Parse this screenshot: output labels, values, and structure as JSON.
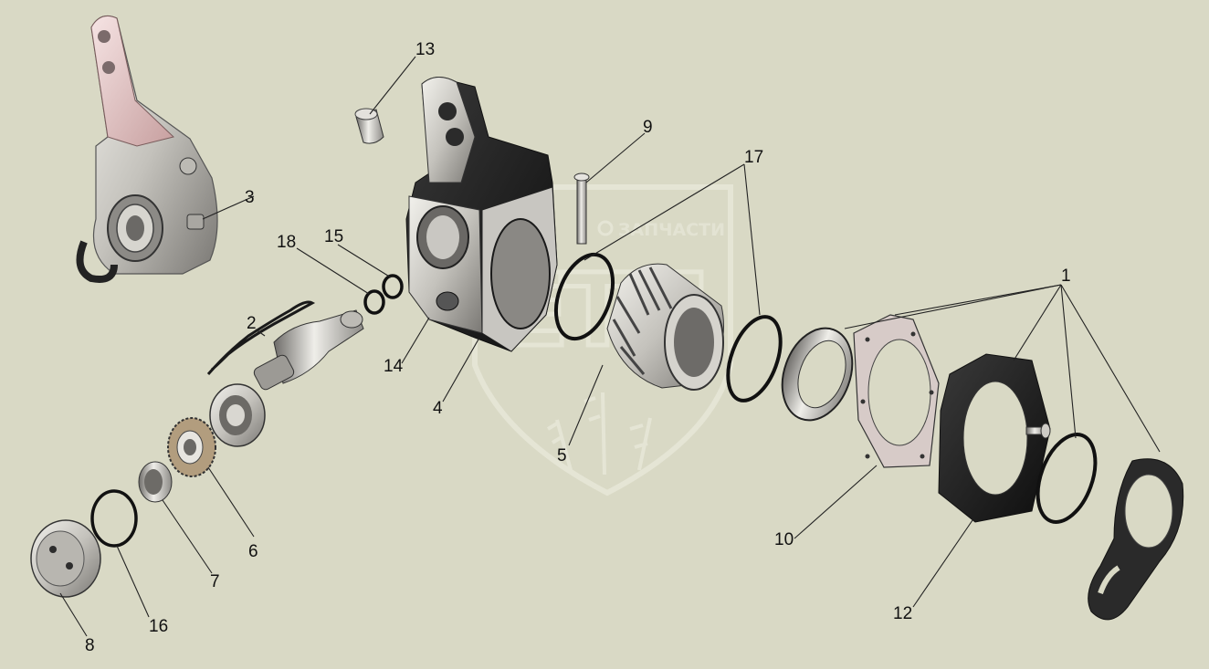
{
  "watermark": {
    "text": "ЗАПЧАСТИ",
    "logo": "ЕТП"
  },
  "callouts": {
    "c1": "1",
    "c2": "2",
    "c3": "3",
    "c4": "4",
    "c5": "5",
    "c6": "6",
    "c7": "7",
    "c8": "8",
    "c9": "9",
    "c10": "10",
    "c12": "12",
    "c13": "13",
    "c14": "14",
    "c15": "15",
    "c16": "16",
    "c17": "17",
    "c18": "18"
  },
  "colors": {
    "background": "#d9d9c5",
    "metal_light": "#e8e6e0",
    "metal_mid": "#b9b7b2",
    "metal_dark": "#6f6d6a",
    "black_part": "#1c1c1c",
    "pink_part": "#e9c9c9",
    "copper": "#8a5a40"
  }
}
